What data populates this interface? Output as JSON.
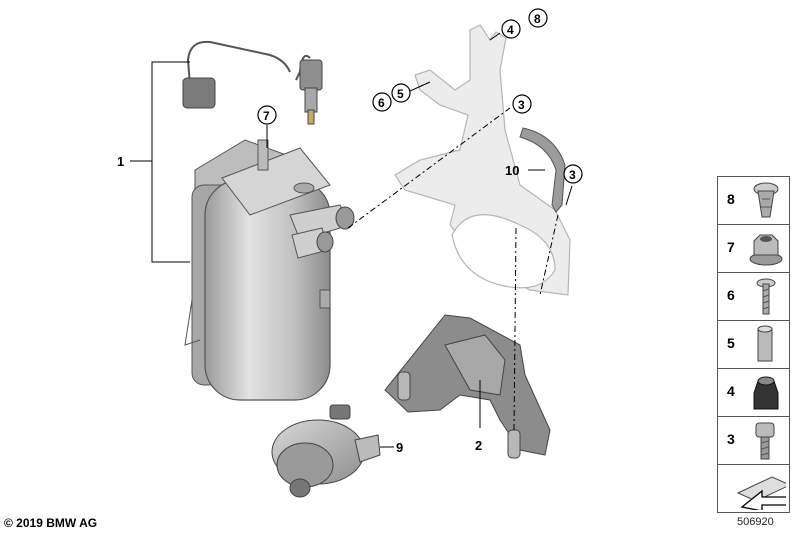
{
  "callouts": {
    "c1": "1",
    "c2": "2",
    "c3a": "3",
    "c3b": "3",
    "c4": "4",
    "c5": "5",
    "c6": "6",
    "c7": "7",
    "c8": "8",
    "c9": "9",
    "c10": "10"
  },
  "legend": {
    "items": [
      {
        "label": "8",
        "icon": "expansion-rivet-icon"
      },
      {
        "label": "7",
        "icon": "hex-nut-icon"
      },
      {
        "label": "6",
        "icon": "screw-icon"
      },
      {
        "label": "5",
        "icon": "spacer-sleeve-icon"
      },
      {
        "label": "4",
        "icon": "rubber-grommet-nut-icon"
      },
      {
        "label": "3",
        "icon": "torx-bolt-icon"
      }
    ],
    "last_icon": "arrow-sheet-icon"
  },
  "footer": {
    "copyright": "© 2019 BMW AG",
    "image_number": "506920"
  },
  "colors": {
    "part_fill": "#c9c9c9",
    "part_dark": "#8a8a8a",
    "bracket_fill": "#e4e4e4",
    "line": "#000000"
  }
}
